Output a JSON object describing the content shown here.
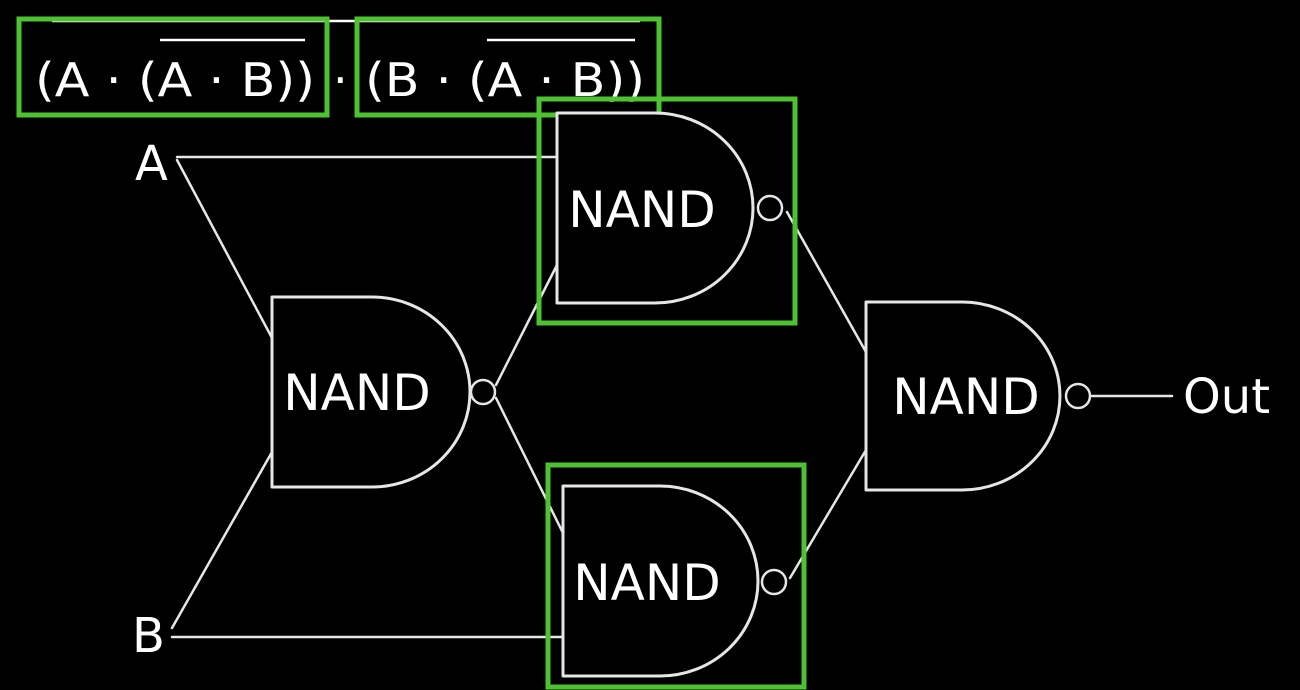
{
  "expression": {
    "left_term": "(A · (A · B))",
    "dot": "·",
    "right_term": "(B · (A · B))"
  },
  "inputs": {
    "a": "A",
    "b": "B"
  },
  "output": "Out",
  "gates": {
    "first": "NAND",
    "top": "NAND",
    "bottom": "NAND",
    "final": "NAND"
  },
  "colors": {
    "background": "#000000",
    "line": "#e6e6e6",
    "text": "#ffffff",
    "highlight": "#4fc234"
  }
}
